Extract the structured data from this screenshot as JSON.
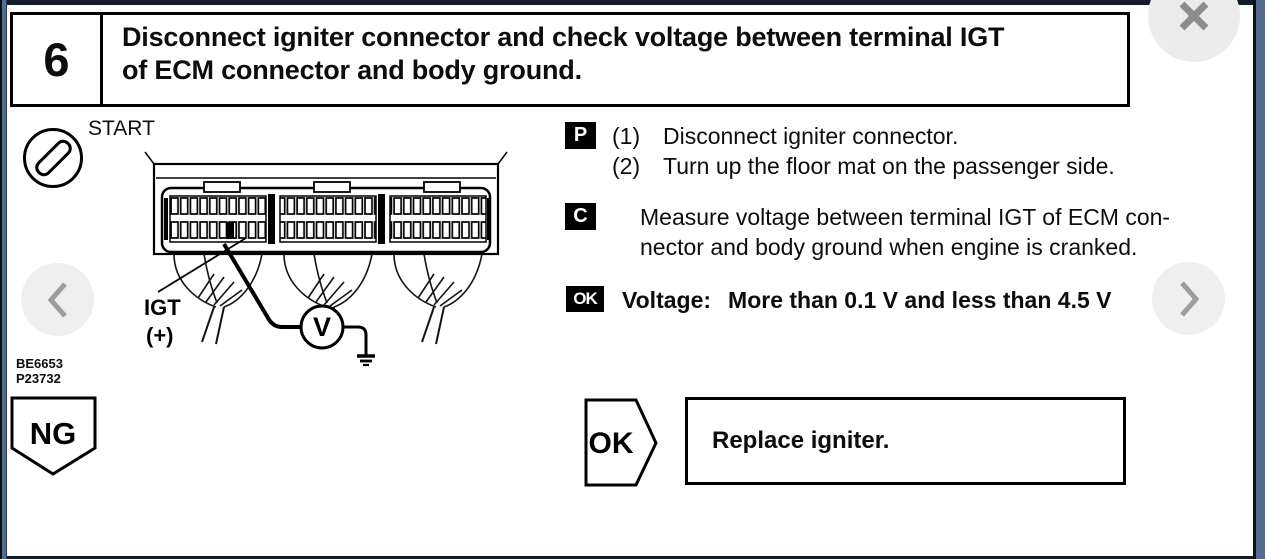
{
  "colors": {
    "frame_slate": "#546d8f",
    "frame_dark": "#131d29",
    "badge_bg": "#000000",
    "badge_text": "#ffffff",
    "control_circle": "#eeeeee",
    "control_glyph": "#949494",
    "ink": "#0d0d0d"
  },
  "icons": {
    "close": "x-icon",
    "prev": "chevron-left-icon",
    "next": "chevron-right-icon"
  },
  "step": {
    "number": "6",
    "title": "Disconnect igniter connector and check voltage between terminal IGT of ECM connector and body ground.",
    "title_lines": [
      "Disconnect igniter connector and check voltage between terminal IGT",
      "of ECM connector and body ground."
    ]
  },
  "figure": {
    "start_label": "START",
    "terminal": "IGT",
    "polarity": "(+)",
    "meter": "V",
    "codes": [
      "BE6653",
      "P23732"
    ]
  },
  "procedure": {
    "prepare": {
      "badge": "P",
      "steps": [
        {
          "no": "(1)",
          "text": "Disconnect igniter connector."
        },
        {
          "no": "(2)",
          "text": "Turn up the floor mat on the passenger side."
        }
      ]
    },
    "check": {
      "badge": "C",
      "lines": [
        "Measure voltage between terminal IGT of ECM con-",
        "nector and body ground when engine is cranked."
      ]
    },
    "ok_spec": {
      "badge": "OK",
      "label": "Voltage:",
      "value": "More than 0.1 V and less than 4.5 V"
    }
  },
  "flowchart": {
    "ng": "NG",
    "ok": "OK",
    "result": "Replace igniter."
  }
}
